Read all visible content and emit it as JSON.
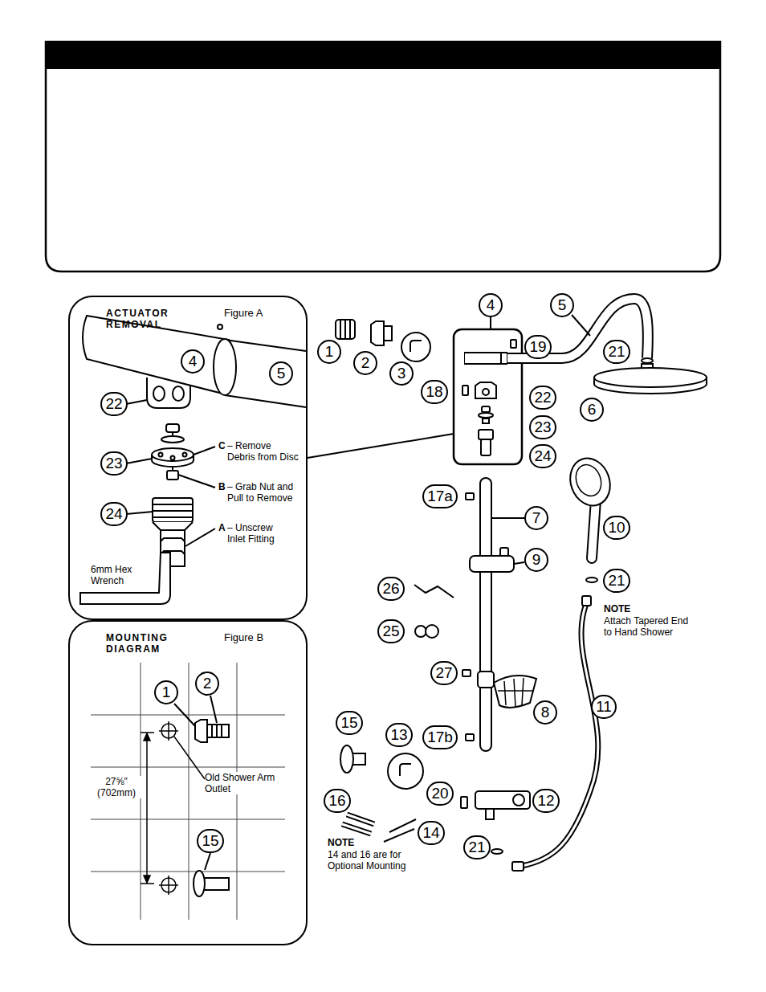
{
  "diagram": {
    "nodes": [
      {
        "text": [
          "ACTUATOR REMOVAL",
          "Figure A"
        ]
      },
      {
        "text": [
          "4"
        ],
        "in": 0
      },
      {
        "text": [
          "5"
        ],
        "in": 0
      },
      {
        "text": [
          "22"
        ],
        "in": 0
      },
      {
        "text": [
          "23"
        ],
        "in": 0
      },
      {
        "text": [
          "24"
        ],
        "in": 0
      },
      {
        "text": [
          "MOUNTING DIAGRAM",
          "Figure B"
        ]
      },
      {
        "text": [
          "1"
        ],
        "in": 6
      },
      {
        "text": [
          "2"
        ],
        "in": 6
      },
      {
        "text": [
          "15"
        ],
        "in": 6
      },
      {
        "text": [
          "1"
        ]
      },
      {
        "text": [
          "2"
        ]
      },
      {
        "text": [
          "3"
        ]
      },
      {
        "text": [
          "4"
        ]
      },
      {
        "text": [
          "5"
        ]
      },
      {
        "text": [
          "19"
        ]
      },
      {
        "text": [
          "21"
        ]
      },
      {
        "text": [
          "18"
        ]
      },
      {
        "text": [
          "22"
        ]
      },
      {
        "text": [
          "6"
        ]
      },
      {
        "text": [
          "23"
        ]
      },
      {
        "text": [
          "24"
        ]
      },
      {
        "text": [
          "17a"
        ]
      },
      {
        "text": [
          "7"
        ]
      },
      {
        "text": [
          "9"
        ]
      },
      {
        "text": [
          "10"
        ]
      },
      {
        "text": [
          "21"
        ]
      },
      {
        "text": [
          "26"
        ]
      },
      {
        "text": [
          "25"
        ]
      },
      {
        "text": [
          "27"
        ]
      },
      {
        "text": [
          "8"
        ]
      },
      {
        "text": [
          "11"
        ]
      },
      {
        "text": [
          "17b"
        ]
      },
      {
        "text": [
          "15"
        ]
      },
      {
        "text": [
          "13"
        ]
      },
      {
        "text": [
          "20"
        ]
      },
      {
        "text": [
          "12"
        ]
      },
      {
        "text": [
          "16"
        ]
      },
      {
        "text": [
          "14"
        ]
      },
      {
        "text": [
          "21"
        ]
      }
    ],
    "labels": [
      "C",
      "– Remove Debris from Disc",
      "B",
      "– Grab Nut and Pull to Remove",
      "A",
      "– Unscrew Inlet Fitting",
      "6mm Hex Wrench",
      "27⅝\" (702mm)",
      "Old Shower Arm Outlet",
      "NOTE",
      "Attach Tapered End to Hand Shower",
      "NOTE",
      "14 and 16 are for Optional Mounting"
    ]
  }
}
